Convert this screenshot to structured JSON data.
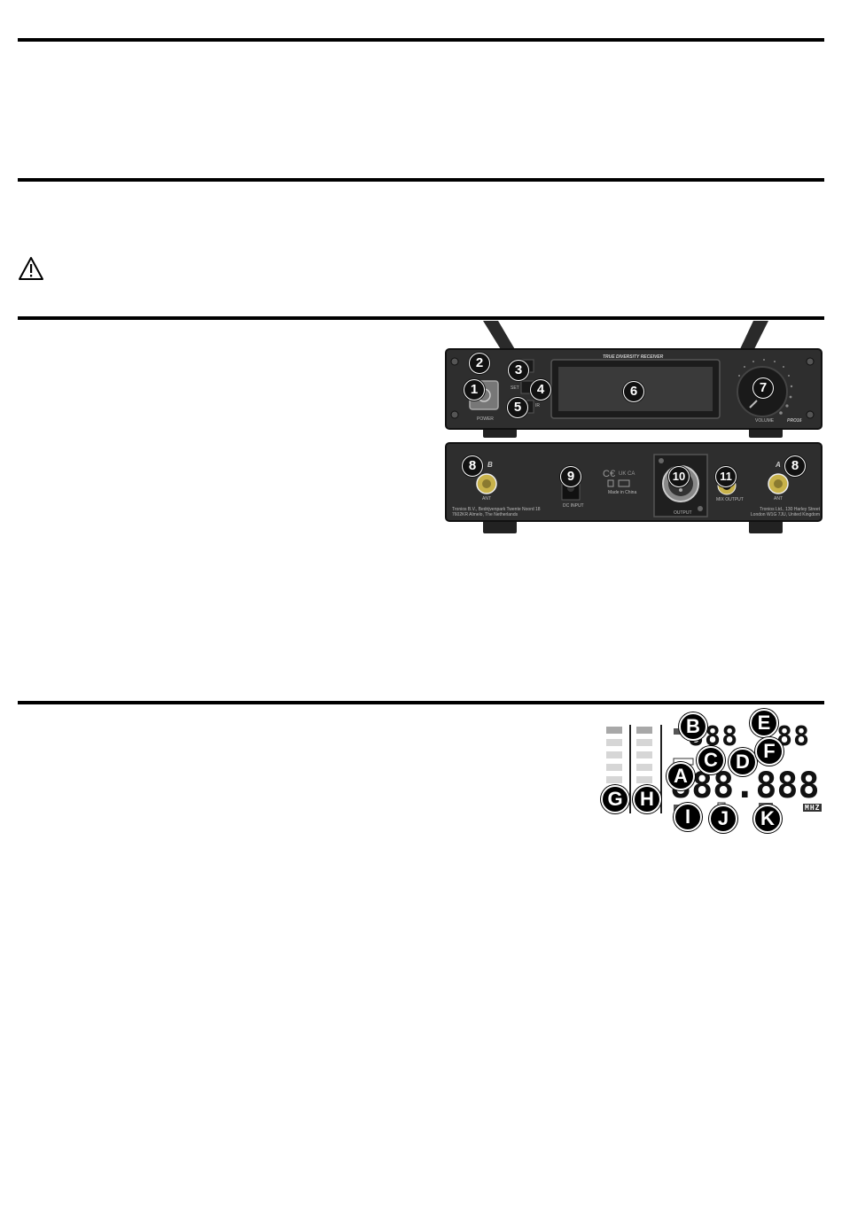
{
  "front_panel": {
    "header_text": "TRUE DIVERSITY RECEIVER",
    "power_label": "POWER",
    "volume_label": "VOLUME",
    "model_label": "PRO16",
    "set_label": "SET",
    "ir_label": "IR"
  },
  "rear_panel": {
    "ant_b_tag": "B",
    "ant_a_tag": "A",
    "ant_label": "ANT",
    "dc_input_label": "DC INPUT",
    "output_label": "OUTPUT",
    "mix_output_label": "MIX OUTPUT",
    "made_in": "Made in China",
    "address_left": "Tronios B.V., Bedrijvenpark Twente Noord 18 7602KR Almelo, The Netherlands",
    "address_right": "Tronios Ltd., 130 Harley Street London W1G 7JU, United Kingdom"
  },
  "callouts": [
    "1",
    "2",
    "3",
    "4",
    "5",
    "6",
    "7",
    "8",
    "9",
    "10",
    "11",
    "8"
  ],
  "display": {
    "top_digits": "888",
    "top_right_digits": "88",
    "freq_digits": "888.888",
    "unit": "MHZ",
    "letters": [
      "A",
      "B",
      "C",
      "D",
      "E",
      "F",
      "G",
      "H",
      "I",
      "J",
      "K"
    ]
  }
}
